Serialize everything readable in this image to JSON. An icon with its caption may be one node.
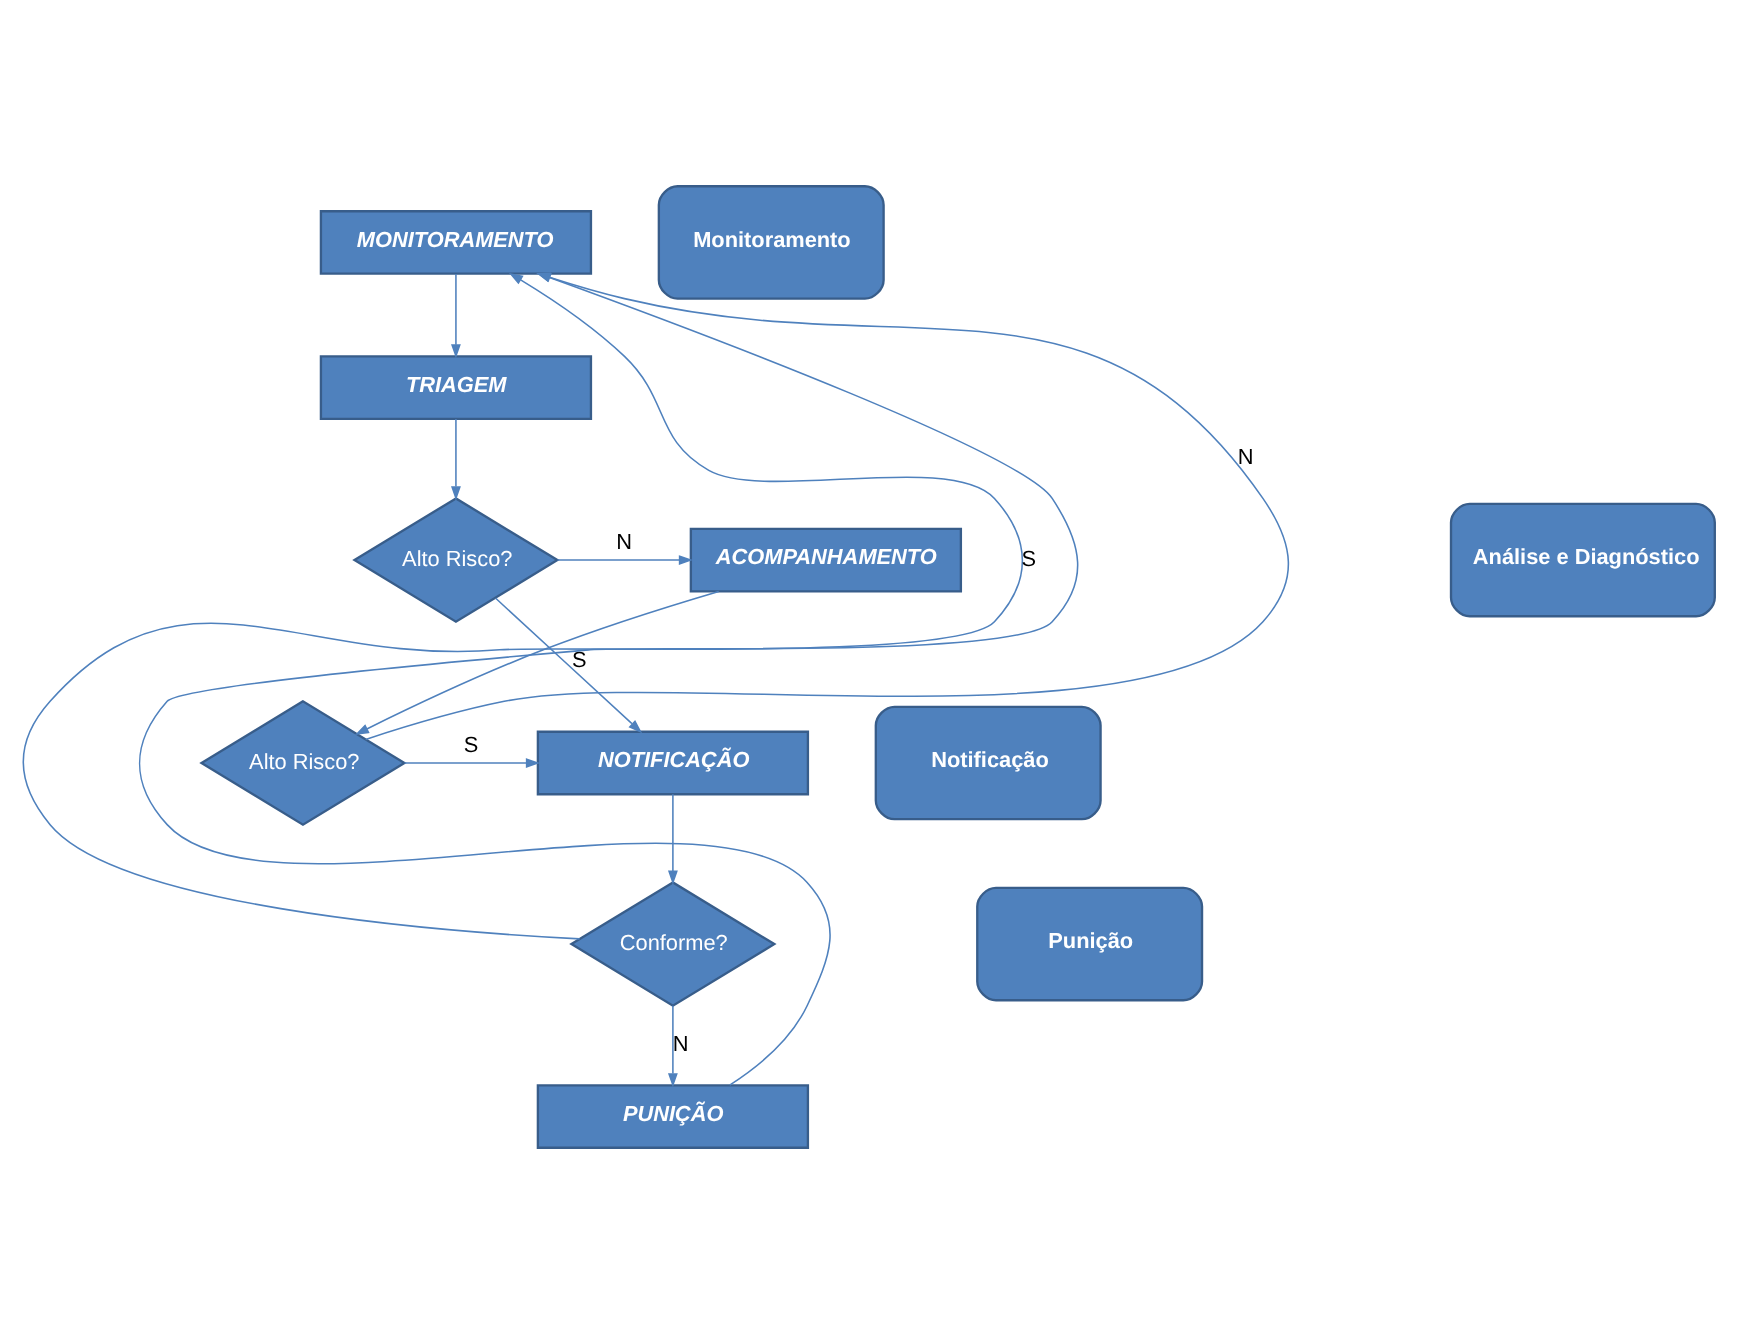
{
  "diagram": {
    "nodes": [
      {
        "text": [
          "MONITORAMENTO"
        ]
      },
      {
        "text": [
          "TRIAGEM"
        ]
      },
      {
        "text": [
          "Alto Risco?"
        ]
      },
      {
        "text": [
          "ACOMPANHAMENTO"
        ]
      },
      {
        "text": [
          "NOTIFICAÇÃO"
        ]
      },
      {
        "text": [
          "Alto Risco?"
        ]
      },
      {
        "text": [
          "Conforme?"
        ]
      },
      {
        "text": [
          "PUNIÇÃO"
        ]
      },
      {
        "text": [
          "Monitoramento"
        ]
      },
      {
        "text": [
          "Análise e Diagnóstico"
        ]
      },
      {
        "text": [
          "Notificação"
        ]
      },
      {
        "text": [
          "Punição"
        ]
      }
    ],
    "edges": [
      {
        "from": 0,
        "to": 1,
        "arrow": "to"
      },
      {
        "from": 1,
        "to": 2,
        "arrow": "to"
      },
      {
        "from": 2,
        "to": 3,
        "arrow": "to",
        "label": "N"
      },
      {
        "from": 2,
        "to": 4,
        "arrow": "to",
        "label": "S"
      },
      {
        "from": 3,
        "to": 5,
        "arrow": "to"
      },
      {
        "from": 5,
        "to": 4,
        "arrow": "to",
        "label": "S"
      },
      {
        "from": 5,
        "to": 0,
        "arrow": "to",
        "label": "N"
      },
      {
        "from": 4,
        "to": 6,
        "arrow": "to"
      },
      {
        "from": 6,
        "to": 0,
        "arrow": "to",
        "label": "S"
      },
      {
        "from": 6,
        "to": 7,
        "arrow": "to",
        "label": "N"
      },
      {
        "from": 7,
        "to": 0,
        "arrow": "to"
      }
    ]
  }
}
